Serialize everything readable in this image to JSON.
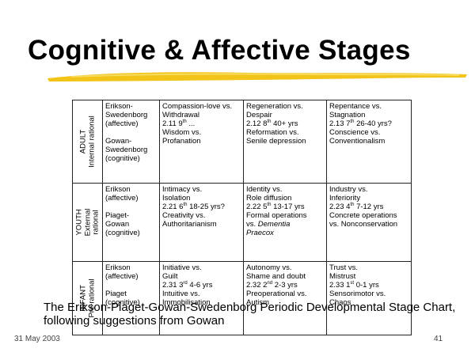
{
  "slide": {
    "title": "Cognitive & Affective Stages",
    "caption_line1": "The Erikson-Piaget-Gowan-Swedenborg Periodic Developmental Stage Chart,",
    "caption_line2": "following suggestions from Gowan",
    "date": "31 May 2003",
    "page_number": "41",
    "brush_color": "#f2c318"
  },
  "table": {
    "rows": [
      {
        "stage_line1": "ADULT",
        "stage_line2": "Internal rational",
        "theory_a_line1": "Erikson-",
        "theory_a_line2": "Swedenborg",
        "theory_a_line3": "(affective)",
        "theory_b_line1": "Gowan-",
        "theory_b_line2": "Swedenborg",
        "theory_b_line3": "(cognitive)",
        "cells": [
          {
            "l1": "Compassion-love vs.",
            "l2": "Withdrawal",
            "code": "2.11 9",
            "sup": "th",
            "rest": " ...",
            "l4": "Wisdom vs.",
            "l5": "Profanation"
          },
          {
            "l1": "Regeneration vs.",
            "l2": "Despair",
            "code": "2.12 8",
            "sup": "th",
            "rest": " 40+ yrs",
            "l4": "Reformation vs.",
            "l5": "Senile depression"
          },
          {
            "l1": "Repentance vs.",
            "l2": "Stagnation",
            "code": "2.13 7",
            "sup": "th",
            "rest": " 26-40 yrs?",
            "l4": "Conscience vs.",
            "l5": "Conventionalism"
          }
        ]
      },
      {
        "stage_line1": "YOUTH",
        "stage_line2": "External",
        "stage_line3": "rational",
        "theory_a_line1": "Erikson",
        "theory_a_line2": "(affective)",
        "theory_b_line1": "Piaget-",
        "theory_b_line2": "Gowan",
        "theory_b_line3": "(cognitive)",
        "cells": [
          {
            "l1": "Intimacy vs.",
            "l2": "Isolation",
            "code": "2.21 6",
            "sup": "th",
            "rest": " 18-25 yrs?",
            "l4": "Creativity vs.",
            "l5": "Authoritarianism"
          },
          {
            "l1": "Identity vs.",
            "l2": "Role diffusion",
            "code": "2.22 5",
            "sup": "th",
            "rest": " 13-17 yrs",
            "l4": "Formal operations",
            "l5": "vs.",
            "l5_italic": "Dementia",
            "l6_italic": "Praecox"
          },
          {
            "l1": "Industry vs.",
            "l2": "Inferiority",
            "code": "2.23 4",
            "sup": "th",
            "rest": " 7-12 yrs",
            "l4": "Concrete operations",
            "l5": "vs. Nonconservation"
          }
        ]
      },
      {
        "stage_line1": "INFANT",
        "stage_line2": "Pre-rational",
        "theory_a_line1": "Erikson",
        "theory_a_line2": "(affective)",
        "theory_b_line1": "Piaget",
        "theory_b_line2": "(cognitive)",
        "cells": [
          {
            "l1": "Initiative vs.",
            "l2": "Guilt",
            "code": "2.31 3",
            "sup": "rd",
            "rest": " 4-6 yrs",
            "l4": "Intuitive vs.",
            "l5": "Immobilisation"
          },
          {
            "l1": "Autonomy vs.",
            "l2": "Shame and doubt",
            "code": "2.32 2",
            "sup": "nd",
            "rest": " 2-3 yrs",
            "l4": "Preoperational vs.",
            "l5": "Autism"
          },
          {
            "l1": "Trust vs.",
            "l2": "Mistrust",
            "code": "2.33 1",
            "sup": "st",
            "rest": " 0-1 yrs",
            "l4": "Sensorimotor vs.",
            "l5": "Chaos"
          }
        ]
      }
    ]
  }
}
